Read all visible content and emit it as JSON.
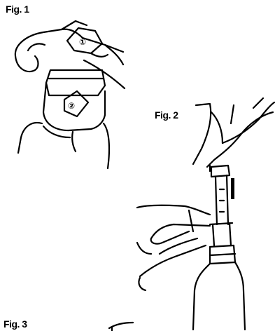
{
  "figures": {
    "fig1": {
      "label": "Fig. 1",
      "callout_top": "①",
      "callout_bottom": "②"
    },
    "fig2": {
      "label": "Fig. 2"
    },
    "fig3": {
      "label": "Fig. 3"
    }
  }
}
